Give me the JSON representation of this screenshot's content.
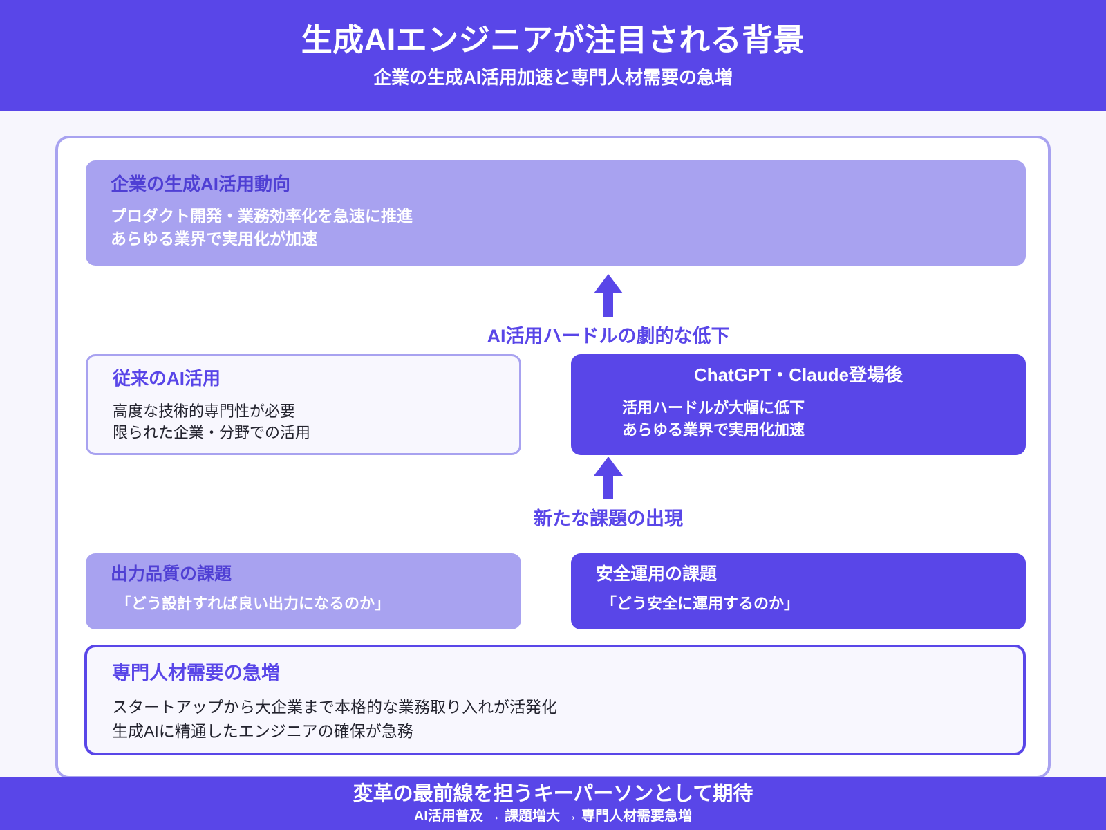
{
  "header": {
    "title": "生成AIエンジニアが注目される背景",
    "subtitle": "企業の生成AI活用加速と専門人材需要の急増",
    "bar_color": "#5946e8"
  },
  "colors": {
    "primary": "#5946e8",
    "light_purple": "#a8a2f0",
    "page_background": "#f7f6fd",
    "card_surface": "#f8f7fe",
    "container_background": "#ffffff"
  },
  "diagram": {
    "cards": {
      "trend": {
        "title": "企業の生成AI活用動向",
        "body": "プロダクト開発・業務効率化を急速に推進\nあらゆる業界で実用化が加速"
      },
      "legacy": {
        "title": "従来のAI活用",
        "body": "高度な技術的専門性が必要\n限られた企業・分野での活用"
      },
      "modern": {
        "title": "ChatGPT・Claude登場後",
        "body": "活用ハードルが大幅に低下\nあらゆる業界で実用化加速"
      },
      "quality": {
        "title": "出力品質の課題",
        "body": "「どう設計すれば良い出力になるのか」"
      },
      "safety": {
        "title": "安全運用の課題",
        "body": "「どう安全に運用するのか」"
      },
      "demand": {
        "title": "専門人材需要の急増",
        "body": "スタートアップから大企業まで本格的な業務取り入れが活発化\n生成AIに精通したエンジニアの確保が急務"
      }
    },
    "arrows": {
      "hurdle": {
        "label": "AI活用ハードルの劇的な低下",
        "direction": "up"
      },
      "issues": {
        "label": "新たな課題の出現",
        "direction": "up"
      }
    }
  },
  "footer": {
    "title": "変革の最前線を担うキーパーソンとして期待",
    "flow": "AI活用普及 → 課題増大 → 専門人材需要急増",
    "bar_color": "#5946e8"
  }
}
